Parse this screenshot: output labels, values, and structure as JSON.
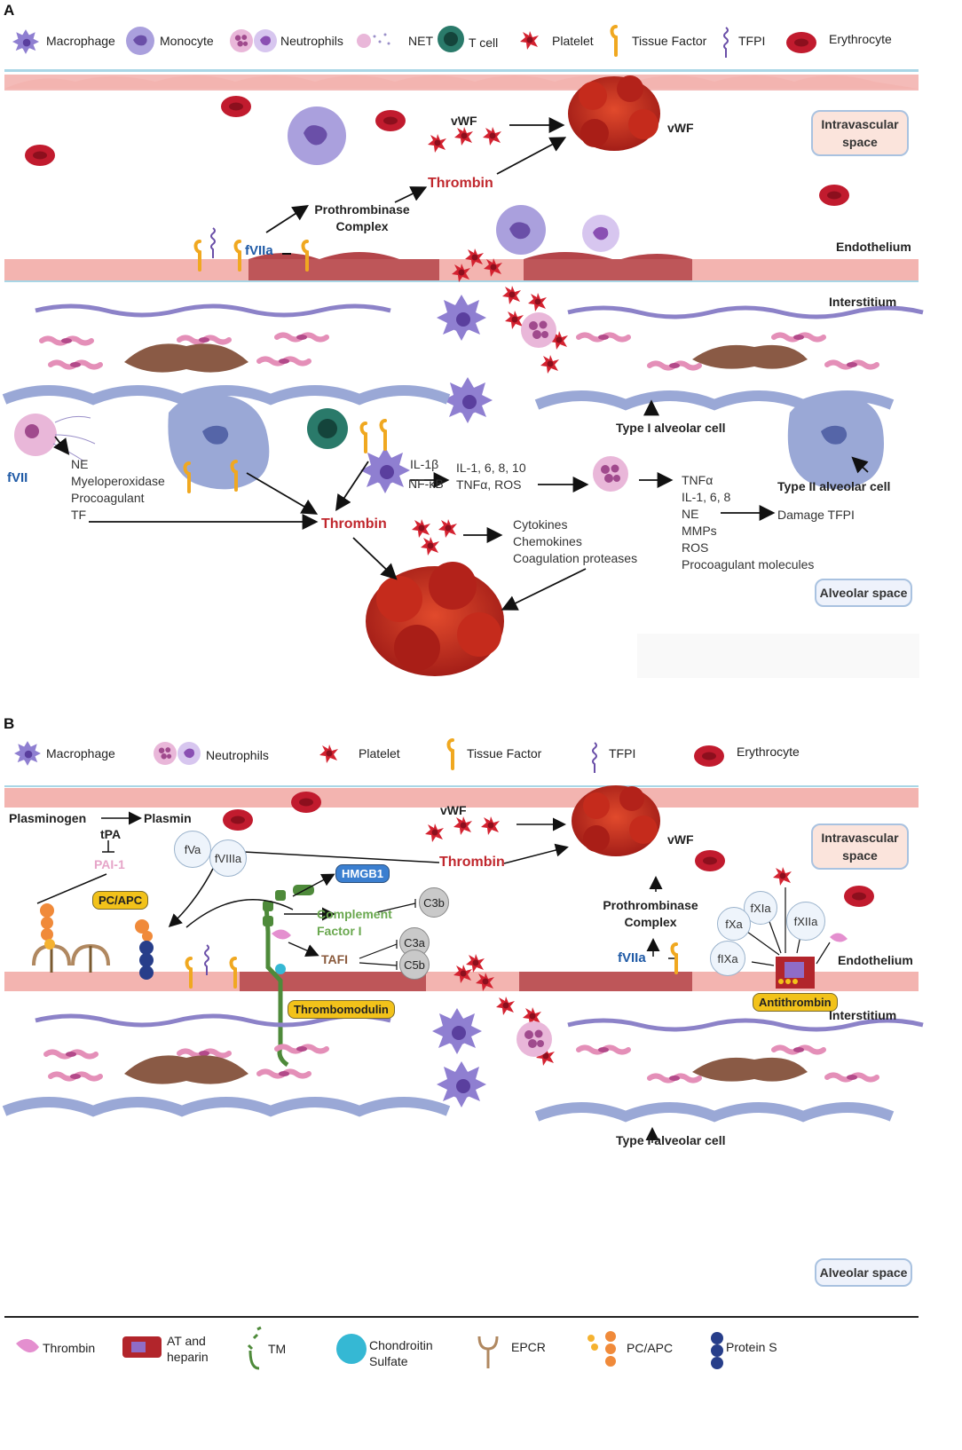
{
  "panel_a": {
    "letter": "A",
    "legend": [
      "Macrophage",
      "Monocyte",
      "Neutrophils",
      "NET",
      "T cell",
      "Platelet",
      "Tissue Factor",
      "TFPI",
      "Erythrocyte"
    ],
    "boxes": {
      "intravascular": "Intravascular space",
      "alveolar": "Alveolar space"
    },
    "labels": {
      "vwf_left": "vWF",
      "vwf_right": "vWF",
      "thrombin_top": "Thrombin",
      "prothrombinase": "Prothrombinase Complex",
      "fviia": "fVIIa",
      "endothelium": "Endothelium",
      "interstitium": "Interstitium",
      "type1": "Type I alveolar cell",
      "type2": "Type II alveolar cell",
      "fvii": "fVII",
      "net_products": [
        "NE",
        "Myeloperoxidase",
        "Procoagulant",
        "TF"
      ],
      "il1b": "IL-1β",
      "nfkb": "NF-κB",
      "cytokines_mid": [
        "IL-1, 6, 8, 10",
        "TNFα, ROS"
      ],
      "neutro_products": [
        "TNFα",
        "IL-1, 6, 8",
        "NE",
        "MMPs",
        "ROS",
        "Procoagulant molecules"
      ],
      "damage_tfpi": "Damage TFPI",
      "thrombin_bottom": "Thrombin",
      "platelet_products": [
        "Cytokines",
        "Chemokines",
        "Coagulation proteases"
      ]
    }
  },
  "panel_b": {
    "letter": "B",
    "legend": [
      "Macrophage",
      "Neutrophils",
      "Platelet",
      "Tissue Factor",
      "TFPI",
      "Erythrocyte"
    ],
    "boxes": {
      "intravascular": "Intravascular space",
      "alveolar": "Alveolar space"
    },
    "labels": {
      "plasminogen": "Plasminogen",
      "plasmin": "Plasmin",
      "tpa": "tPA",
      "pai1": "PAI-1",
      "pcapc": "PC/APC",
      "fva": "fVa",
      "fviiia": "fVIIIa",
      "hmgb1": "HMGB1",
      "complement": "Complement Factor I",
      "c3b": "C3b",
      "tafi": "TAFI",
      "c3a": "C3a",
      "c5b": "C5b",
      "thrombomodulin": "Thrombomodulin",
      "vwf": "vWF",
      "vwf_right": "vWF",
      "thrombin": "Thrombin",
      "prothrombinase": "Prothrombinase Complex",
      "fviia": "fVIIa",
      "fxia": "fXIa",
      "fxa": "fXa",
      "fxiia": "fXIIa",
      "fixa": "fIXa",
      "endothelium": "Endothelium",
      "antithrombin": "Antithrombin",
      "interstitium": "Interstitium",
      "type1": "Type I alveolar cell"
    },
    "bottom_legend": [
      "Thrombin",
      "AT and heparin",
      "TM",
      "Chondroitin Sulfate",
      "EPCR",
      "PC/APC",
      "Protein S"
    ]
  },
  "colors": {
    "endothelium": "#f3b4b0",
    "endothelium_dark": "#b4454a",
    "erythrocyte": "#c11b2e",
    "clot": "#c52b1c",
    "macrophage": "#8f7fd1",
    "alveolar": "#9aa8d6",
    "thrombin_text": "#c0272d",
    "fviia_text": "#1f5aa6"
  }
}
